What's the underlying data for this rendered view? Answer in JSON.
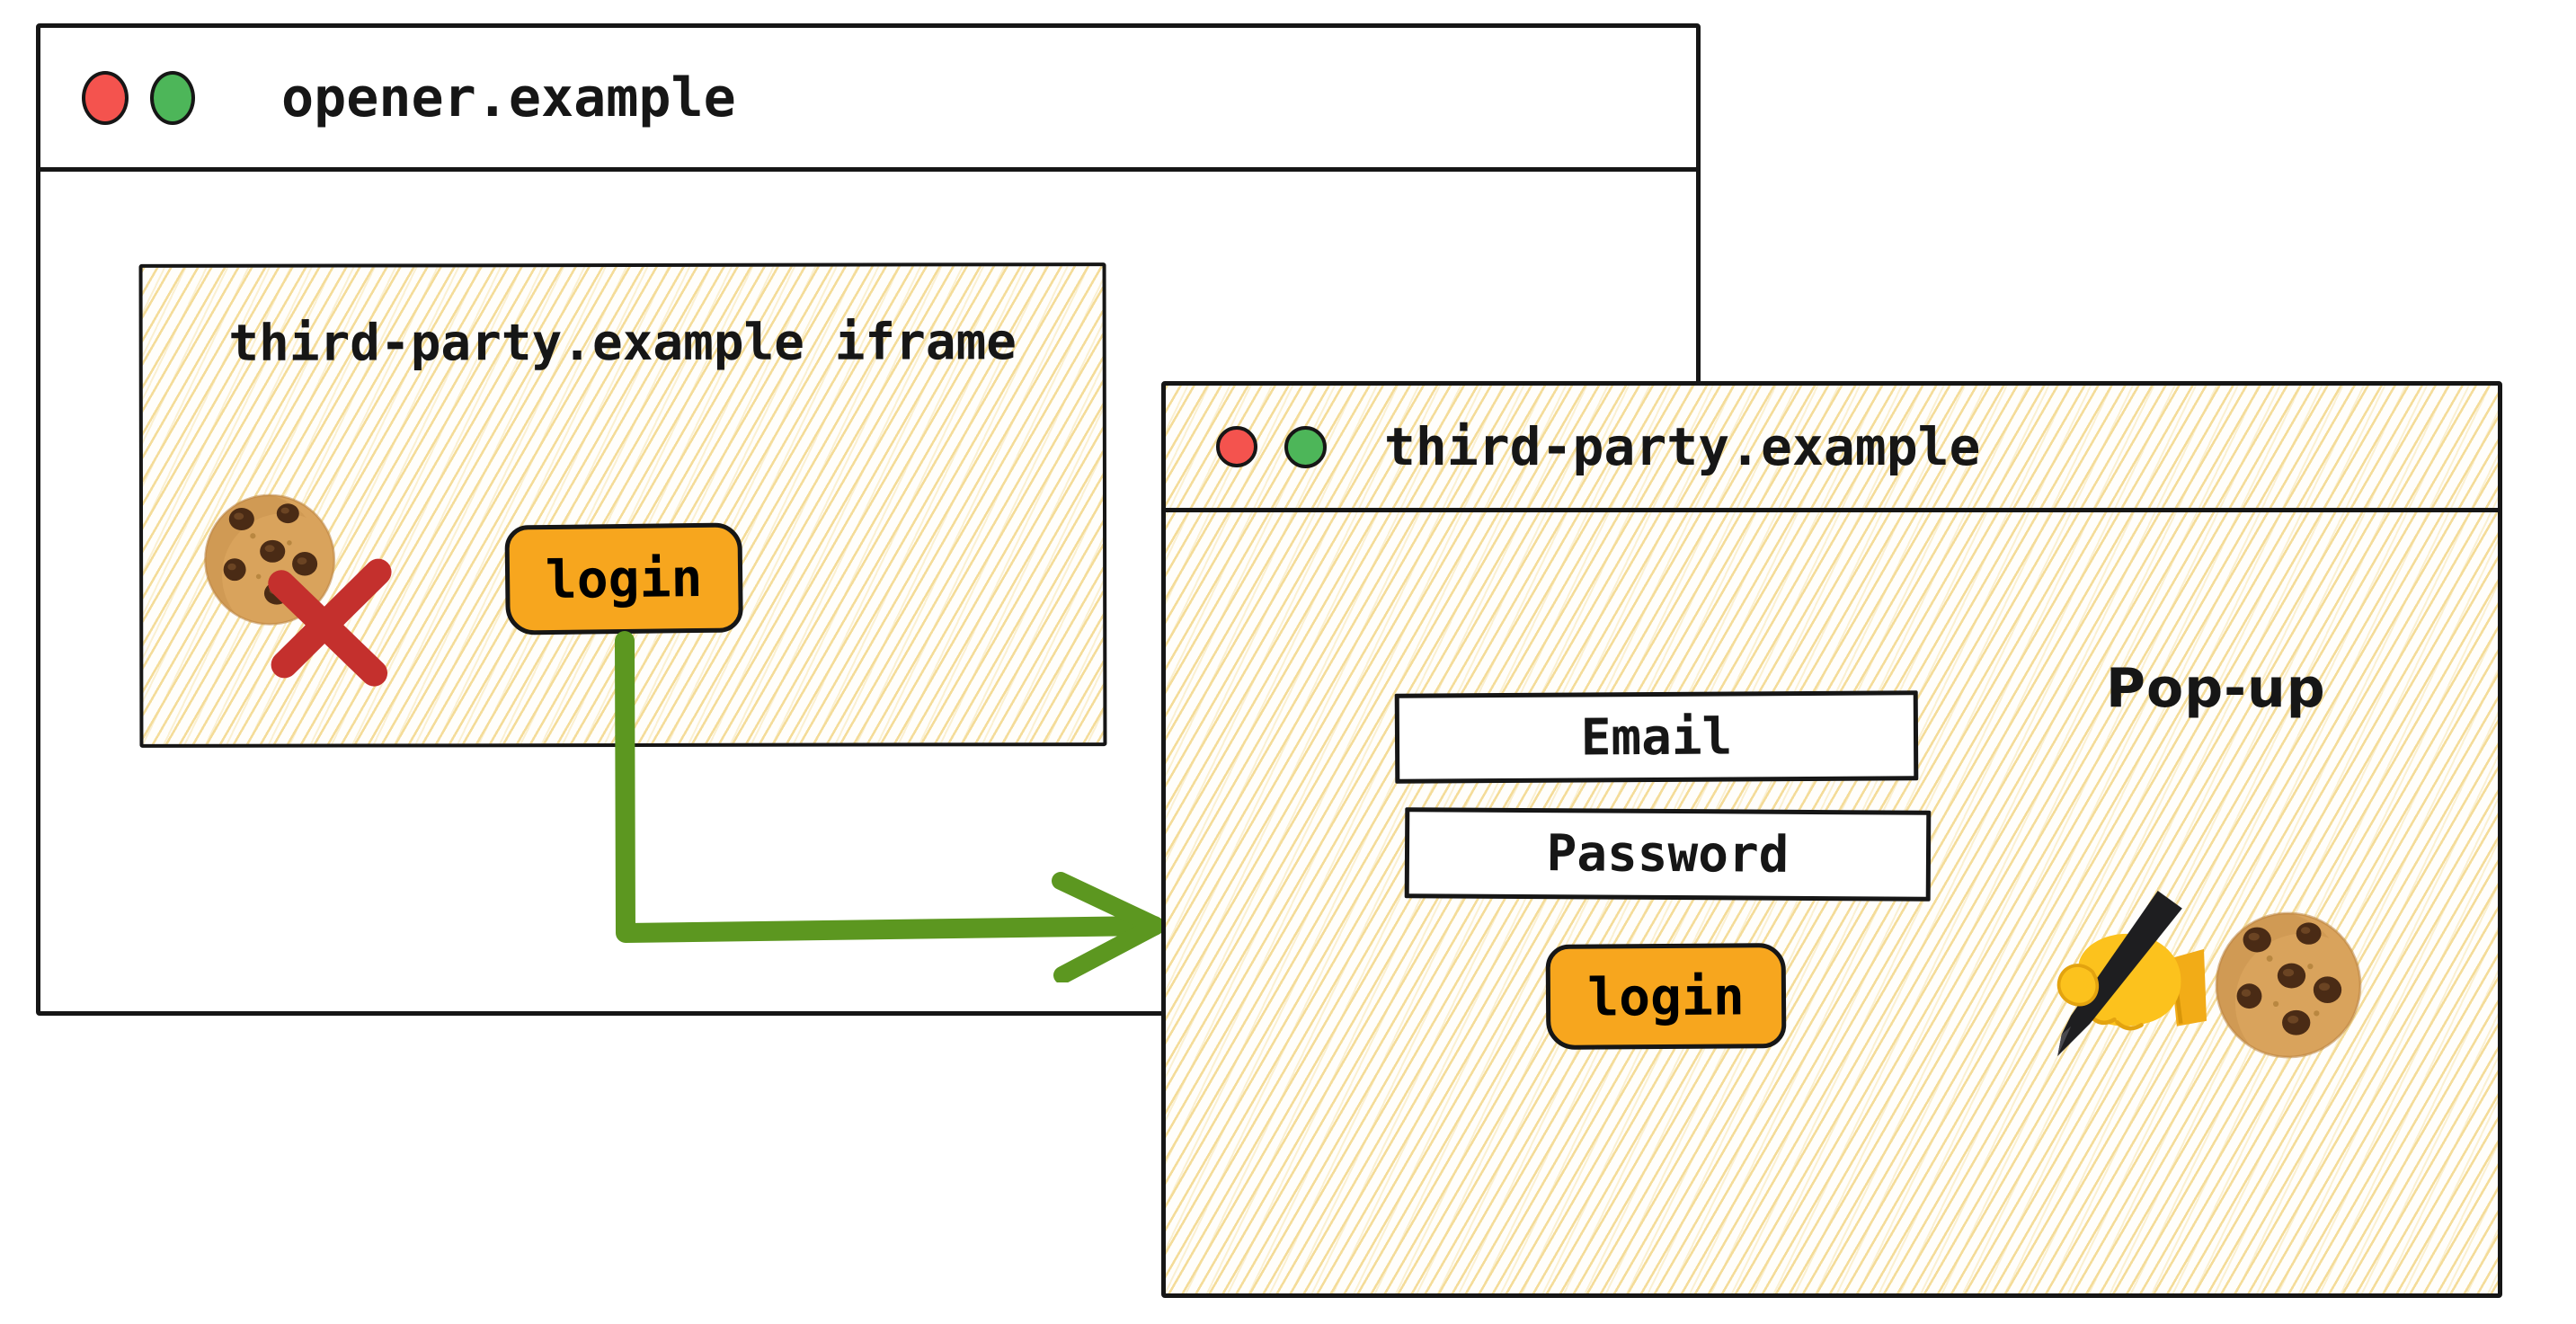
{
  "colors": {
    "ink": "#161616",
    "button_orange": "#f7a61e",
    "arrow_green": "#5c9720",
    "cross_red": "#c4302d",
    "traffic_red": "#f4534e",
    "traffic_green": "#4db659",
    "hatch_line": "#f4dc99",
    "hatch_bg": "#fffefb",
    "window_bg": "#ffffff"
  },
  "opener_window": {
    "title": "opener.example",
    "traffic_lights": [
      "red",
      "green"
    ],
    "iframe": {
      "label": "third-party.example iframe",
      "login_button": "login",
      "icons": [
        "cookie-icon",
        "red-cross-icon"
      ]
    }
  },
  "flow_arrow": {
    "color": "#5c9720",
    "from": "iframe-login-button",
    "to": "popup-window"
  },
  "popup_window": {
    "title": "third-party.example",
    "traffic_lights": [
      "red",
      "green"
    ],
    "annotation_label": "Pop-up",
    "form": {
      "email_placeholder": "Email",
      "password_placeholder": "Password",
      "login_button": "login"
    },
    "icons": [
      "writing-hand-icon",
      "cookie-icon"
    ]
  }
}
